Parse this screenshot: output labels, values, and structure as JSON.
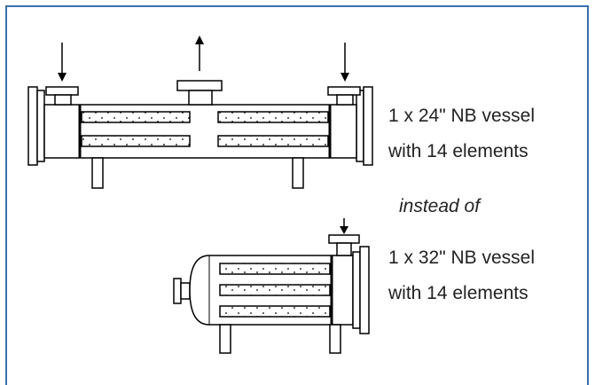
{
  "colors": {
    "border": "#3b6fb0",
    "stroke": "#000000",
    "text": "#222222"
  },
  "labels": {
    "vessel_a_line1": "1 x 24\" NB vessel",
    "vessel_a_line2": "with 14 elements",
    "connector": "instead of",
    "vessel_b_line1": "1 x 32\" NB vessel",
    "vessel_b_line2": "with 14 elements"
  }
}
